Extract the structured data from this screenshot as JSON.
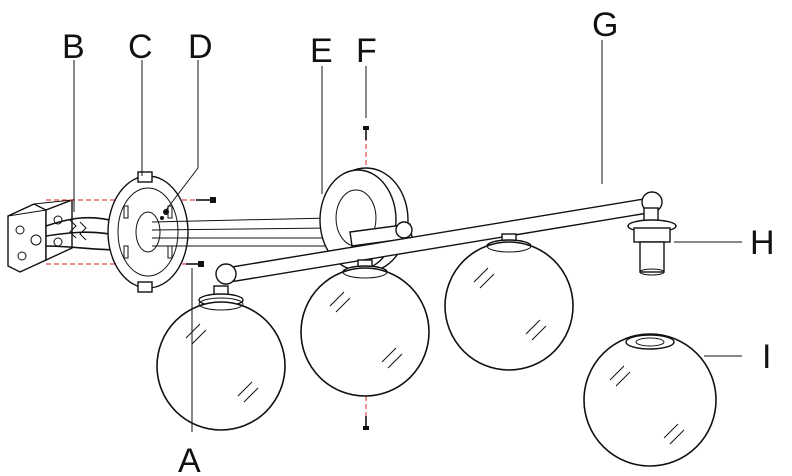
{
  "labels": {
    "A": "A",
    "B": "B",
    "C": "C",
    "D": "D",
    "E": "E",
    "F": "F",
    "G": "G",
    "H": "H",
    "I": "I"
  },
  "colors": {
    "line": "#111111",
    "guide": "#d42020",
    "background": "#ffffff"
  }
}
